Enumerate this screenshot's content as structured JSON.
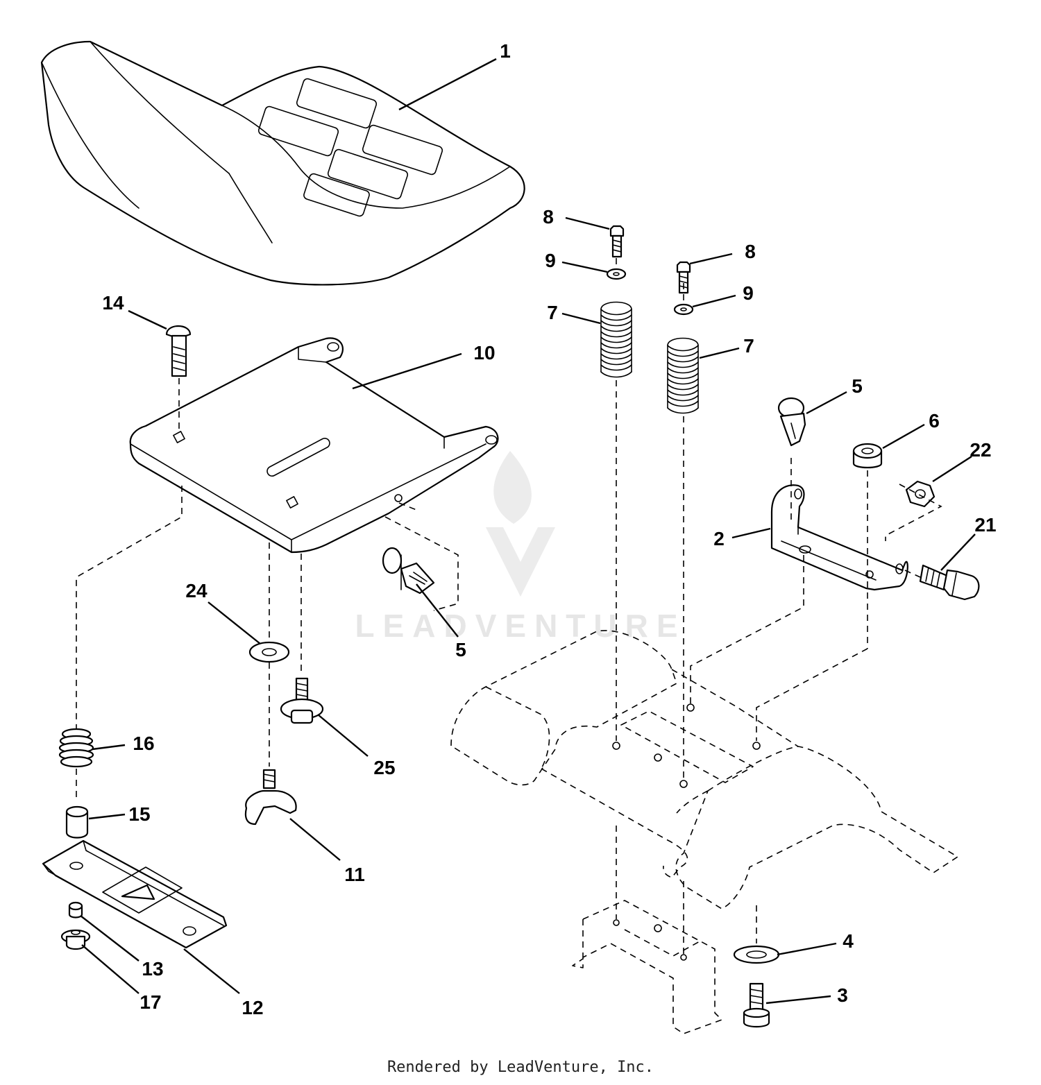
{
  "diagram": {
    "watermark": "LEADVENTURE",
    "credit": "Rendered by LeadVenture, Inc.",
    "callouts": [
      {
        "id": "c1",
        "label": "1"
      },
      {
        "id": "c2",
        "label": "2"
      },
      {
        "id": "c3",
        "label": "3"
      },
      {
        "id": "c4",
        "label": "4"
      },
      {
        "id": "c5a",
        "label": "5"
      },
      {
        "id": "c5b",
        "label": "5"
      },
      {
        "id": "c6",
        "label": "6"
      },
      {
        "id": "c7a",
        "label": "7"
      },
      {
        "id": "c7b",
        "label": "7"
      },
      {
        "id": "c8a",
        "label": "8"
      },
      {
        "id": "c8b",
        "label": "8"
      },
      {
        "id": "c9a",
        "label": "9"
      },
      {
        "id": "c9b",
        "label": "9"
      },
      {
        "id": "c10",
        "label": "10"
      },
      {
        "id": "c11",
        "label": "11"
      },
      {
        "id": "c12",
        "label": "12"
      },
      {
        "id": "c13",
        "label": "13"
      },
      {
        "id": "c14",
        "label": "14"
      },
      {
        "id": "c15",
        "label": "15"
      },
      {
        "id": "c16",
        "label": "16"
      },
      {
        "id": "c17",
        "label": "17"
      },
      {
        "id": "c21",
        "label": "21"
      },
      {
        "id": "c22",
        "label": "22"
      },
      {
        "id": "c24",
        "label": "24"
      },
      {
        "id": "c25",
        "label": "25"
      }
    ]
  }
}
